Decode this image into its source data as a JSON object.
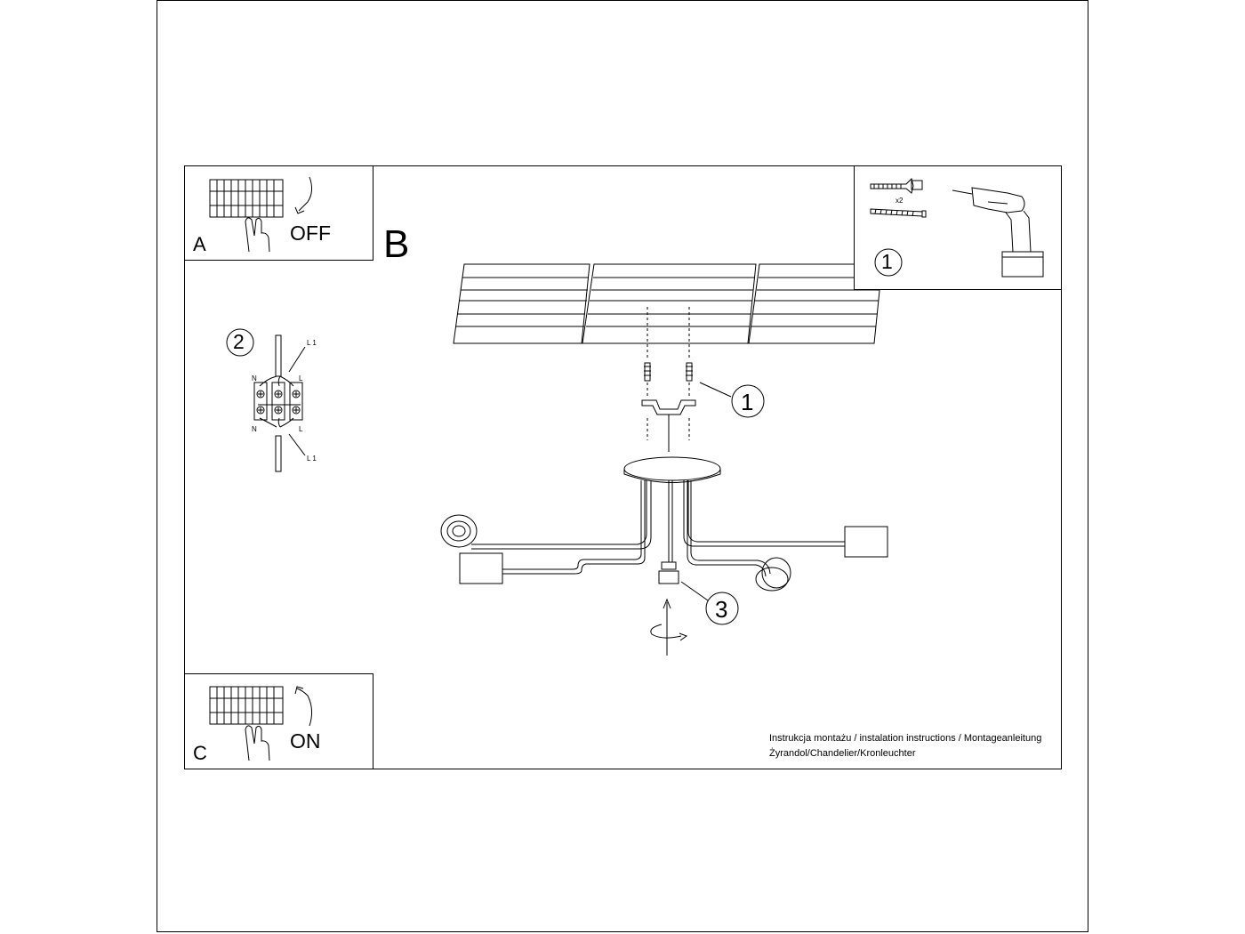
{
  "panels": {
    "a": {
      "letter": "A",
      "switch_label": "OFF"
    },
    "b": {
      "letter": "B"
    },
    "c": {
      "letter": "C",
      "switch_label": "ON"
    }
  },
  "tools": {
    "step": "1",
    "quantity": "x2"
  },
  "wiring": {
    "step": "2",
    "line_top": "L 1",
    "line_bottom": "L 1",
    "neutral": "N",
    "live": "L"
  },
  "callouts": {
    "bracket_step": "1",
    "screw_step": "3"
  },
  "footer": {
    "line1": "Instrukcja montażu / instalation instructions / Montageanleitung",
    "line2": "Żyrandol/Chandelier/Kronleuchter"
  }
}
